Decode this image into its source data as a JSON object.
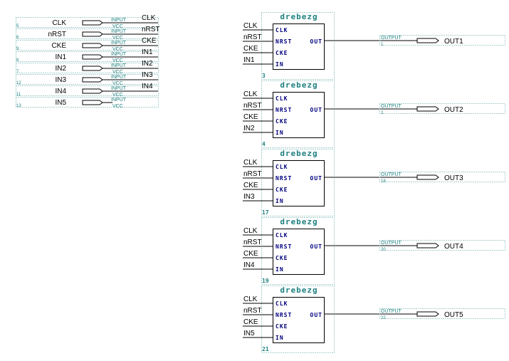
{
  "inputs": [
    {
      "num": "5",
      "name": "CLK",
      "type": "INPUT",
      "vcc": "VCC",
      "net": "CLK"
    },
    {
      "num": "6",
      "name": "nRST",
      "type": "INPUT",
      "vcc": "VCC",
      "net": "nRST"
    },
    {
      "num": "9",
      "name": "CKE",
      "type": "INPUT",
      "vcc": "VCC",
      "net": "CKE"
    },
    {
      "num": "8",
      "name": "IN1",
      "type": "INPUT",
      "vcc": "VCC",
      "net": "IN1"
    },
    {
      "num": "7",
      "name": "IN2",
      "type": "INPUT",
      "vcc": "VCC",
      "net": "IN2"
    },
    {
      "num": "12",
      "name": "IN3",
      "type": "INPUT",
      "vcc": "VCC",
      "net": "IN3"
    },
    {
      "num": "11",
      "name": "IN4",
      "type": "INPUT",
      "vcc": "VCC",
      "net": "IN4"
    },
    {
      "num": "13",
      "name": "IN5",
      "type": "INPUT",
      "vcc": "VCC",
      "net": null
    }
  ],
  "blocks": [
    {
      "title": "drebezg",
      "inst": "3",
      "nets": [
        "CLK",
        "nRST",
        "CKE",
        "IN1"
      ],
      "out_type": "OUTPUT",
      "out_num": "1",
      "out_name": "OUT1"
    },
    {
      "title": "drebezg",
      "inst": "4",
      "nets": [
        "CLK",
        "nRST",
        "CKE",
        "IN2"
      ],
      "out_type": "OUTPUT",
      "out_num": "2",
      "out_name": "OUT2"
    },
    {
      "title": "drebezg",
      "inst": "17",
      "nets": [
        "CLK",
        "nRST",
        "CKE",
        "IN3"
      ],
      "out_type": "OUTPUT",
      "out_num": "18",
      "out_name": "OUT3"
    },
    {
      "title": "drebezg",
      "inst": "19",
      "nets": [
        "CLK",
        "nRST",
        "CKE",
        "IN4"
      ],
      "out_type": "OUTPUT",
      "out_num": "20",
      "out_name": "OUT4"
    },
    {
      "title": "drebezg",
      "inst": "21",
      "nets": [
        "CLK",
        "nRST",
        "CKE",
        "IN5"
      ],
      "out_type": "OUTPUT",
      "out_num": "22",
      "out_name": "OUT5"
    }
  ],
  "block_ports": [
    "CLK",
    "NRST",
    "CKE",
    "IN"
  ],
  "block_out_port": "OUT",
  "colors": {
    "wire": "#000000",
    "teal": "#208080",
    "navy": "#000080",
    "dots": "#5aa0a0"
  }
}
